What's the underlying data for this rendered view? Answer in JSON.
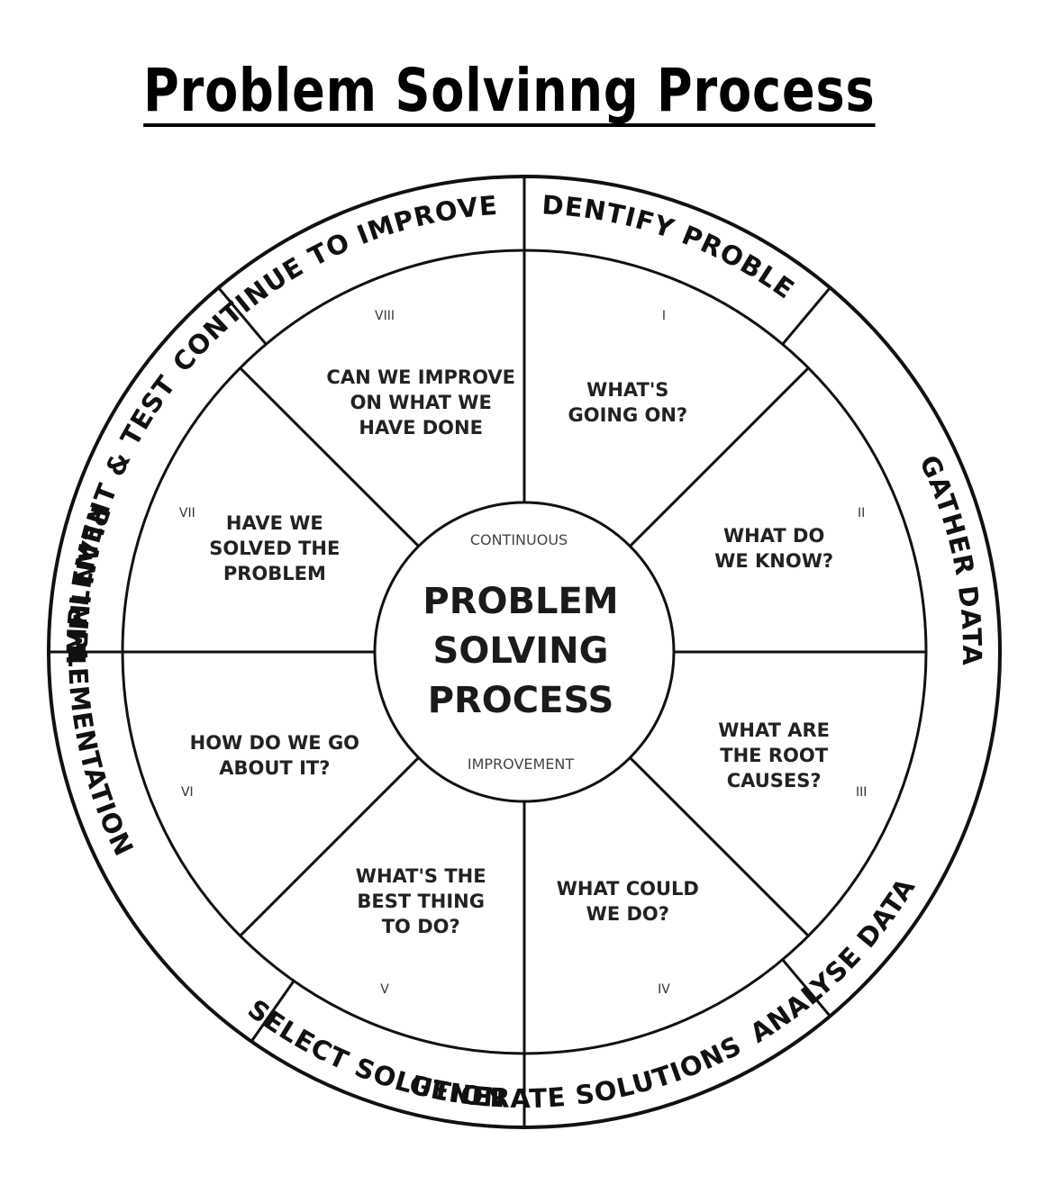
{
  "title": "Problem Solvinng Process",
  "center": {
    "top_text": "CONTINUOUS",
    "lines": [
      "PROBLEM",
      "SOLVING",
      "PROCESS"
    ],
    "bottom_text": "IMPROVEMENT"
  },
  "ring_labels": [
    "IDENTIFY PROBLEM",
    "GATHER DATA",
    "ANALYSE DATA",
    "GENERATE SOLUTIONS",
    "SELECT SOLUTION",
    "PLAN IMPLEMENTATION",
    "IMPLEMENT & TEST",
    "CONTINUE TO IMPROVE"
  ],
  "segments": [
    {
      "numeral": "I",
      "question": [
        "WHAT'S",
        "GOING ON?"
      ]
    },
    {
      "numeral": "II",
      "question": [
        "WHAT DO",
        "WE KNOW?"
      ]
    },
    {
      "numeral": "III",
      "question": [
        "WHAT ARE",
        "THE ROOT",
        "CAUSES?"
      ]
    },
    {
      "numeral": "IV",
      "question": [
        "WHAT COULD",
        "WE DO?"
      ]
    },
    {
      "numeral": "V",
      "question": [
        "WHAT'S THE",
        "BEST THING",
        "TO DO?"
      ]
    },
    {
      "numeral": "VI",
      "question": [
        "HOW DO WE GO",
        "ABOUT IT?"
      ]
    },
    {
      "numeral": "VII",
      "question": [
        "HAVE WE",
        "SOLVED THE",
        "PROBLEM"
      ]
    },
    {
      "numeral": "VIII",
      "question": [
        "CAN WE IMPROVE",
        "ON WHAT WE",
        "HAVE DONE"
      ]
    }
  ]
}
